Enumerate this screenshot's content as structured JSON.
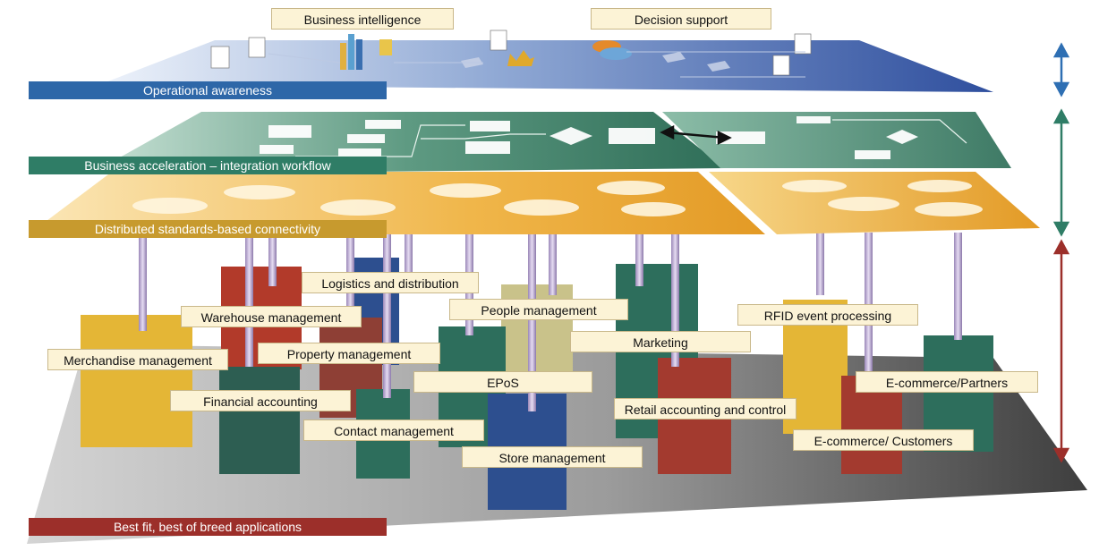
{
  "colors": {
    "awareness": "#2e67a8",
    "acceleration": "#2f7d66",
    "connectivity": "#c79a2e",
    "applications": "#9c2f2a",
    "label_fill": "#fcf3d6"
  },
  "layers": {
    "awareness": "Operational awareness",
    "acceleration": "Business acceleration – integration workflow",
    "connectivity": "Distributed standards-based connectivity",
    "applications": "Best fit, best of breed applications"
  },
  "top_labels": {
    "bi": "Business intelligence",
    "decision": "Decision support"
  },
  "apps": {
    "logistics": "Logistics and distribution",
    "warehouse": "Warehouse management",
    "people": "People management",
    "rfid": "RFID event processing",
    "marketing": "Marketing",
    "merchandise": "Merchandise management",
    "property": "Property management",
    "epos": "EPoS",
    "ecom_partners": "E-commerce/Partners",
    "financial": "Financial accounting",
    "retail": "Retail accounting and control",
    "contact": "Contact management",
    "ecom_customers": "E-commerce/ Customers",
    "store": "Store management"
  }
}
